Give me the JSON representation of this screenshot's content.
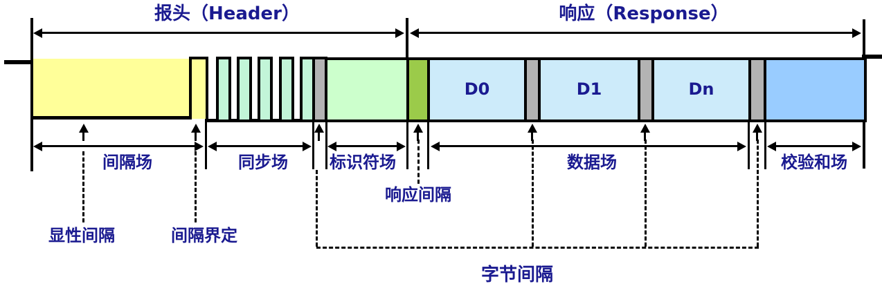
{
  "top": {
    "header": "报头（Header）",
    "response": "响应（Response）"
  },
  "fields": {
    "break": "间隔场",
    "sync": "同步场",
    "identifier": "标识符场",
    "data": "数据场",
    "checksum": "校验和场"
  },
  "annotations": {
    "dominant_break": "显性间隔",
    "break_delimiter": "间隔界定",
    "response_space": "响应间隔",
    "byte_space": "字节间隔"
  },
  "data_bytes": [
    "D0",
    "D1",
    "Dn"
  ],
  "colors": {
    "break_yellow": "#ffff99",
    "sync_mint": "#c2f5d8",
    "identifier_green": "#ccffcc",
    "response_space_green": "#9bcb4a",
    "data_blue": "#cdebfa",
    "checksum_blue": "#99ccff",
    "separator_gray": "#b3b3b3",
    "label_navy": "#1a1a90",
    "line_black": "#000000"
  }
}
